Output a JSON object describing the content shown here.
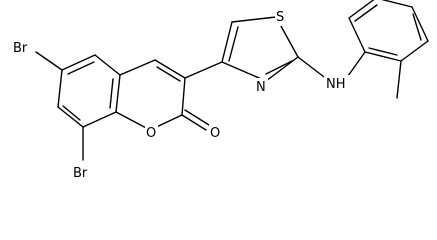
{
  "molecule": {
    "atoms": {
      "br6": "Br",
      "br8": "Br",
      "o1": "O",
      "o_carbonyl": "O",
      "s_thiazole": "S",
      "n_thiazole": "N",
      "nh": "NH"
    }
  }
}
